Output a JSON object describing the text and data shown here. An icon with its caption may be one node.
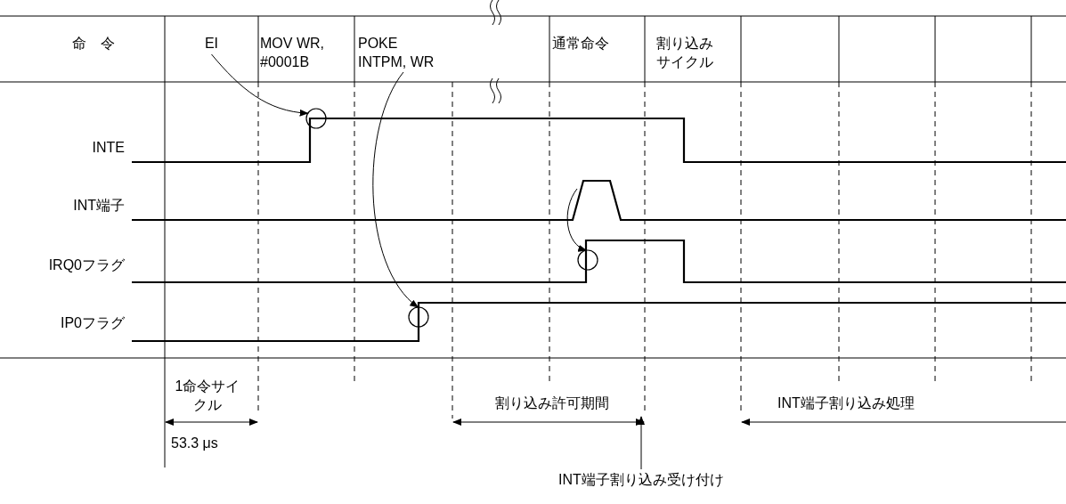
{
  "diagram": {
    "nodes": [
      {
        "text": [
          "EI"
        ]
      },
      {
        "text": [],
        "shape": "circle"
      },
      {
        "text": [
          "POKE INTPM, WR"
        ]
      },
      {
        "text": [],
        "shape": "circle"
      },
      {
        "text": [],
        "shape": "circle"
      },
      {
        "text": [
          "INT端子割り込み受け付け"
        ]
      }
    ],
    "edges": [
      {
        "from": 0,
        "to": 1,
        "arrow": "to"
      },
      {
        "from": 2,
        "to": 4,
        "arrow": "to"
      },
      {
        "from": null,
        "to": 3,
        "arrow": "to"
      },
      {
        "from": 5,
        "to": null,
        "arrow": "to"
      }
    ],
    "labels": [
      "命　令",
      "MOV WR, #0001B",
      "通常命令",
      "割り込みサイクル",
      "INTE",
      "INT端子",
      "IRQ0フラグ",
      "IP0フラグ",
      "1命令サイクル",
      "割り込み許可期間",
      "53.3 μs",
      "INT端子割り込み処理"
    ]
  }
}
